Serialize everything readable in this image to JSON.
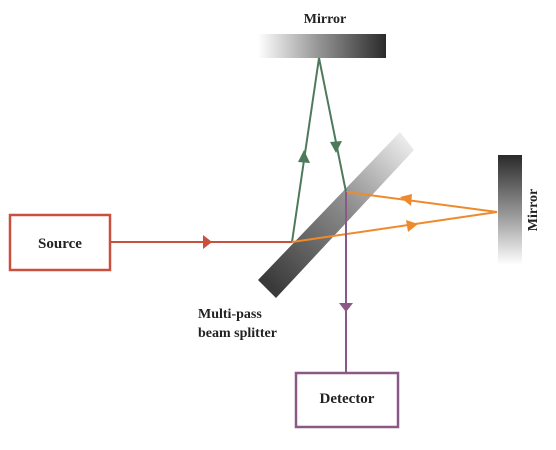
{
  "labels": {
    "top_mirror": "Mirror",
    "right_mirror": "Mirror",
    "source": "Source",
    "detector": "Detector",
    "splitter_line1": "Multi-pass",
    "splitter_line2": "beam splitter"
  },
  "colors": {
    "source_beam": "#c9503e",
    "source_box": "#c9503e",
    "arm_top": "#4e7a5c",
    "arm_right": "#ef8a2c",
    "detector_beam": "#8a5a86",
    "detector_box": "#8a5a86",
    "text": "#222222"
  }
}
